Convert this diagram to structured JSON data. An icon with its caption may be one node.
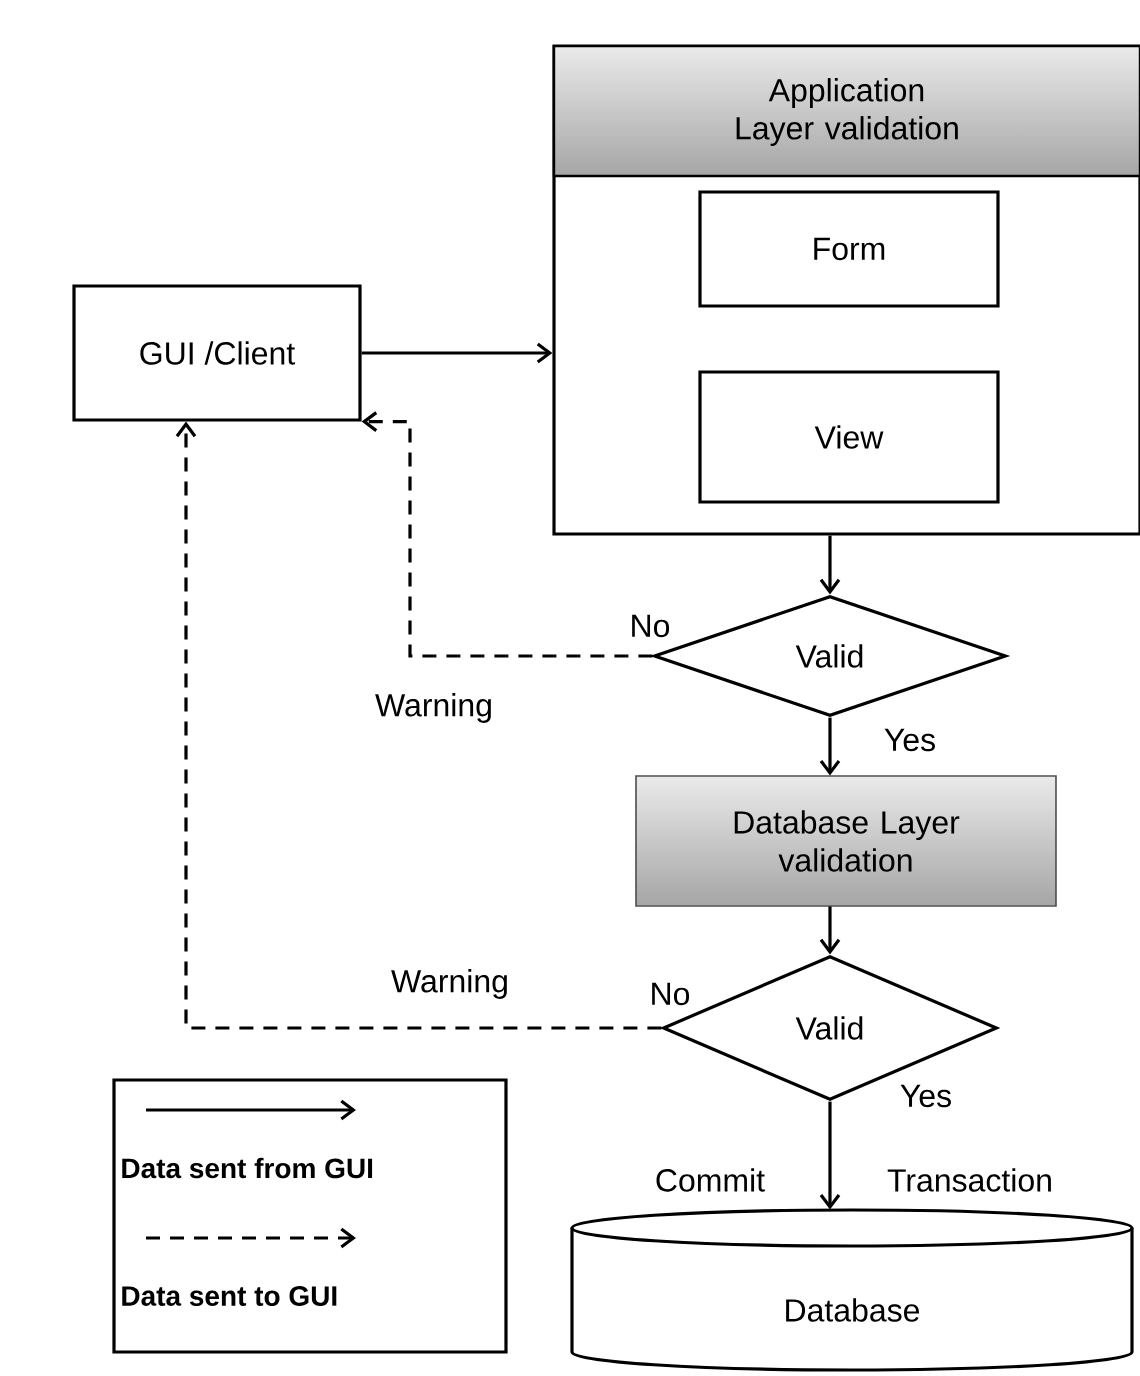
{
  "diagram": {
    "nodes": [
      {
        "text": [
          "GUI /Client"
        ]
      },
      {
        "text": [
          "Application Layer validation"
        ]
      },
      {
        "text": [
          "Form"
        ],
        "in": 1
      },
      {
        "text": [
          "View"
        ],
        "in": 1
      },
      {
        "text": [
          "Valid"
        ]
      },
      {
        "text": [
          "Database Layer validation"
        ]
      },
      {
        "text": [
          "Valid"
        ]
      },
      {
        "text": [
          "Database"
        ]
      }
    ],
    "edges": [
      {
        "from": 0,
        "to": 1,
        "arrow": "to"
      },
      {
        "from": 1,
        "to": 4,
        "arrow": "to"
      },
      {
        "from": 4,
        "to": 0,
        "arrow": "to",
        "style": "dashed",
        "label": "Warning"
      },
      {
        "from": 4,
        "to": 5,
        "arrow": "to",
        "label": "Yes"
      },
      {
        "from": 5,
        "to": 6,
        "arrow": "to"
      },
      {
        "from": 6,
        "to": 0,
        "arrow": "to",
        "style": "dashed",
        "label": "Warning"
      },
      {
        "from": 6,
        "to": 7,
        "arrow": "to",
        "label": "Yes"
      }
    ],
    "labels": [
      "No",
      "No",
      "Commit",
      "Transaction"
    ],
    "legend": [
      {
        "text": "Data sent from GUI"
      },
      {
        "text": "Data sent to GUI"
      }
    ]
  }
}
